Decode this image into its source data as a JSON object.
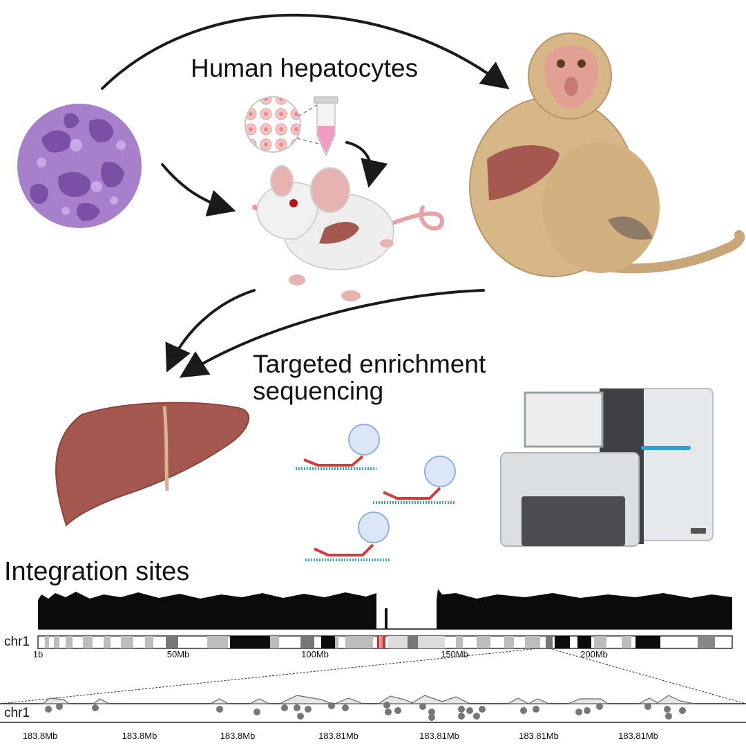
{
  "labels": {
    "human_hepatocytes": "Human hepatocytes",
    "targeted_enrichment": "Targeted enrichment",
    "sequencing": "sequencing",
    "integration_sites": "Integration sites"
  },
  "genome_track": {
    "chromosome": "chr1",
    "ticks": [
      "1b",
      "50Mb",
      "100Mb",
      "150Mb",
      "200Mb"
    ]
  },
  "zoom_track": {
    "chromosome": "chr1",
    "ticks": [
      "183.8Mb",
      "183.8Mb",
      "183.8Mb",
      "183.81Mb",
      "183.81Mb",
      "183.81Mb",
      "183.81Mb"
    ]
  },
  "colors": {
    "virus_purple": "#a77fcb",
    "liver": "#a5584f",
    "monkey_fur": "#d7b788",
    "mouse_body": "#eeeeee",
    "arrow": "#1a1a1a",
    "probe_red": "#d63b3b",
    "probe_teal": "#3fa6c2",
    "bead": "#dbe6f7"
  }
}
